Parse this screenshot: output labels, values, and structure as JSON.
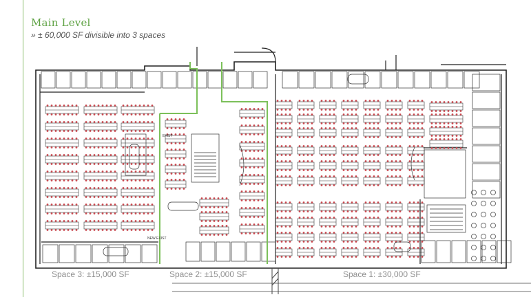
{
  "header": {
    "title": "Main Level",
    "subtitle": "» ± 60,000 SF divisible into 3 spaces"
  },
  "spaces": [
    {
      "label": "Space 3: ±15,000 SF"
    },
    {
      "label": "Space 2: ±15,000 SF"
    },
    {
      "label": "Space 1: ±30,000 SF"
    }
  ],
  "plan_labels": {
    "exit": "EXIST",
    "new_exit": "NEW EXIST"
  },
  "colors": {
    "accent": "#5fa244",
    "divider": "#7cc05a",
    "line": "#222222",
    "furniture": "#c9484f",
    "label": "#8f8f8f"
  }
}
